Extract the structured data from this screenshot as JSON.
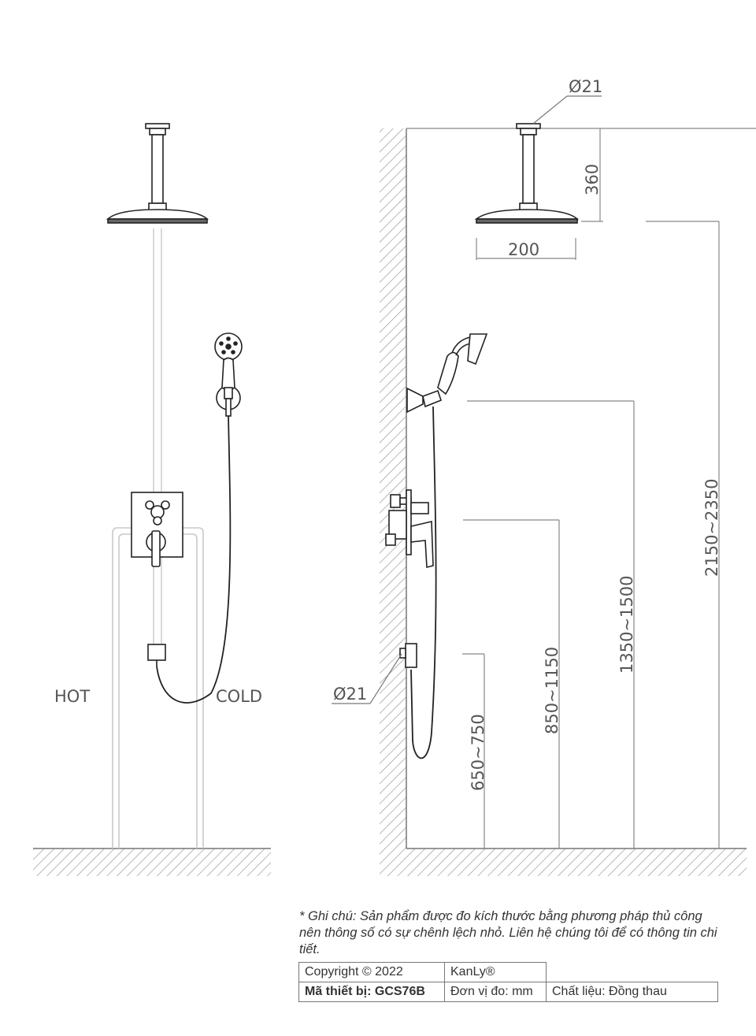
{
  "labels": {
    "hot": "HOT",
    "cold": "COLD",
    "dia_top": "Ø21",
    "dia_side": "Ø21",
    "dim_360": "360",
    "dim_200": "200",
    "dim_2150": "2150~2350",
    "dim_1350": "1350~1500",
    "dim_850": "850~1150",
    "dim_650": "650~750"
  },
  "note": "* Ghi chú: Sản phẩm được đo kích thước bằng phương pháp thủ công nên thông số có sự chênh lệch nhỏ. Liên hệ chúng tôi để có thông tin chi tiết.",
  "info_table": {
    "copyright": "Copyright © 2022",
    "brand": "KanLy®",
    "model": "Mã thiết bị: GCS76B",
    "unit": "Đơn vị đo: mm",
    "material": "Chất liệu: Đồng thau"
  }
}
